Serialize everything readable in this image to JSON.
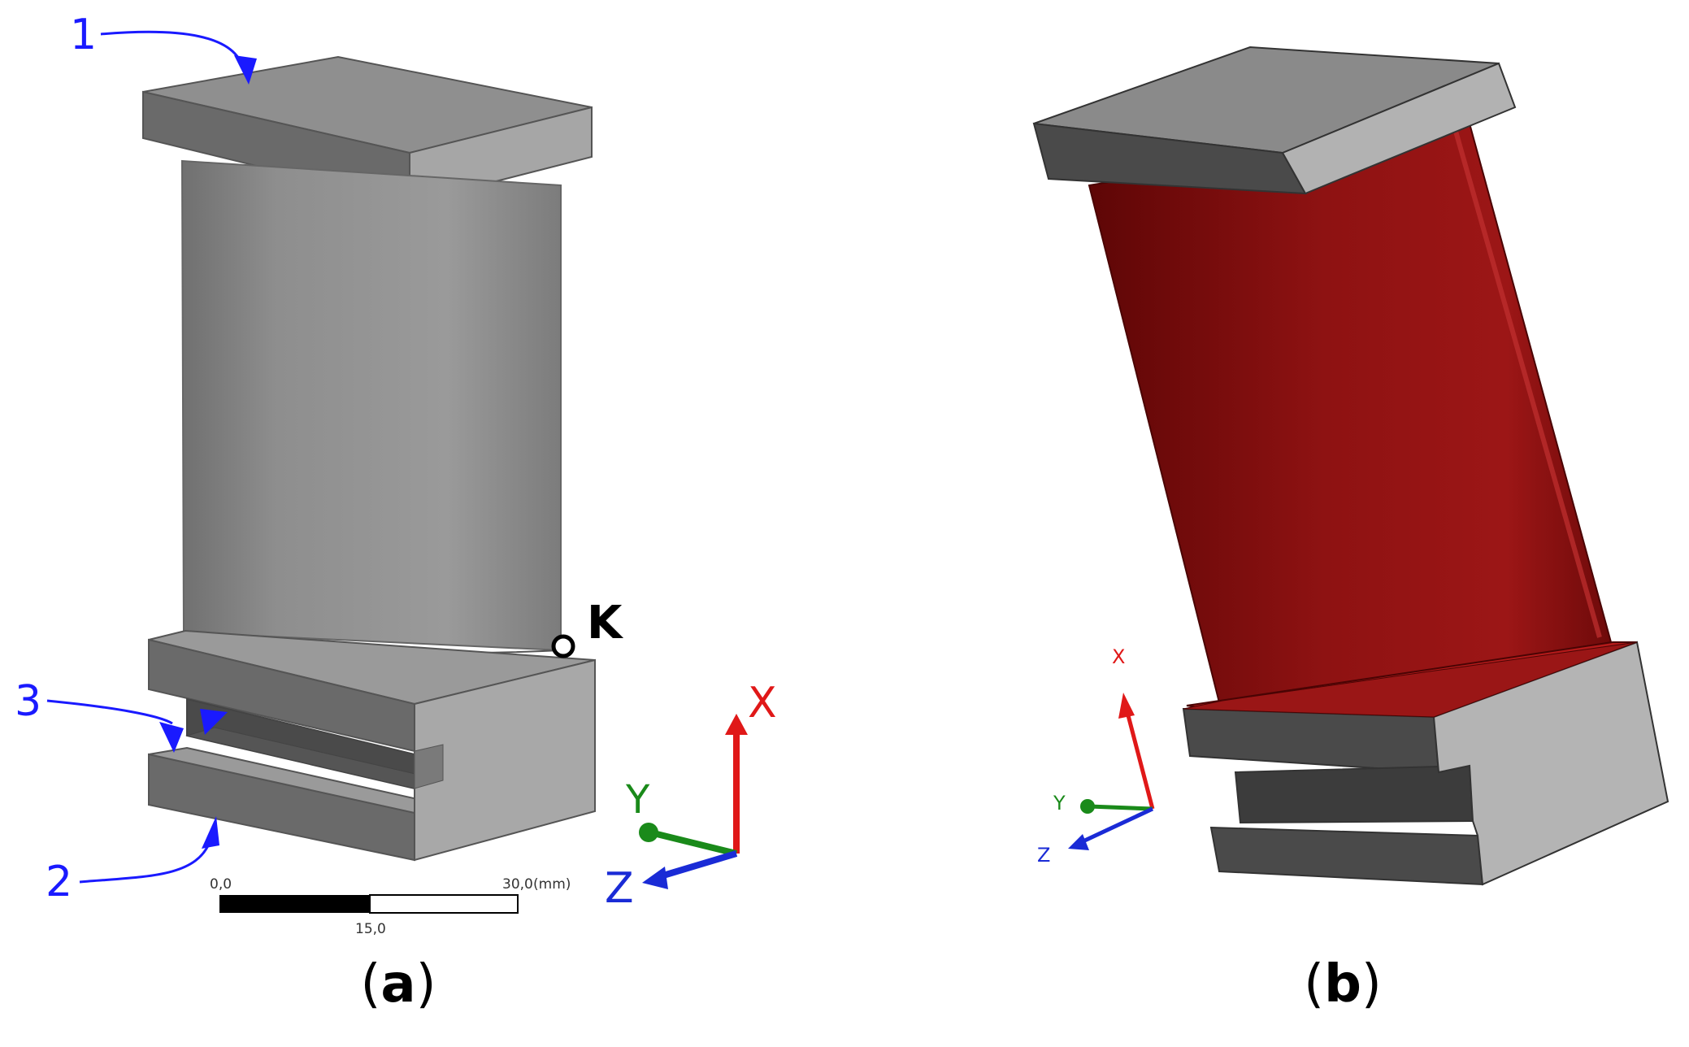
{
  "panel_a": {
    "callouts": {
      "one": "1",
      "two": "2",
      "three": "3"
    },
    "point_label": "K",
    "axes": {
      "x": "X",
      "y": "Y",
      "z": "Z"
    },
    "scale_bar": {
      "start": "0,0",
      "mid": "15,0",
      "end": "30,0",
      "unit": "(mm)"
    },
    "caption": {
      "open": "(",
      "letter": "a",
      "close": ")"
    }
  },
  "panel_b": {
    "axes": {
      "x": "X",
      "y": "Y",
      "z": "Z"
    },
    "caption": {
      "open": "(",
      "letter": "b",
      "close": ")"
    }
  },
  "colors": {
    "callout_blue": "#1a1aff",
    "axis_x": "#e01818",
    "axis_y": "#1a8a1a",
    "axis_z": "#1a2bd6",
    "specimen_gray": "#8c8c8c",
    "deformed_red": "#a01414"
  }
}
